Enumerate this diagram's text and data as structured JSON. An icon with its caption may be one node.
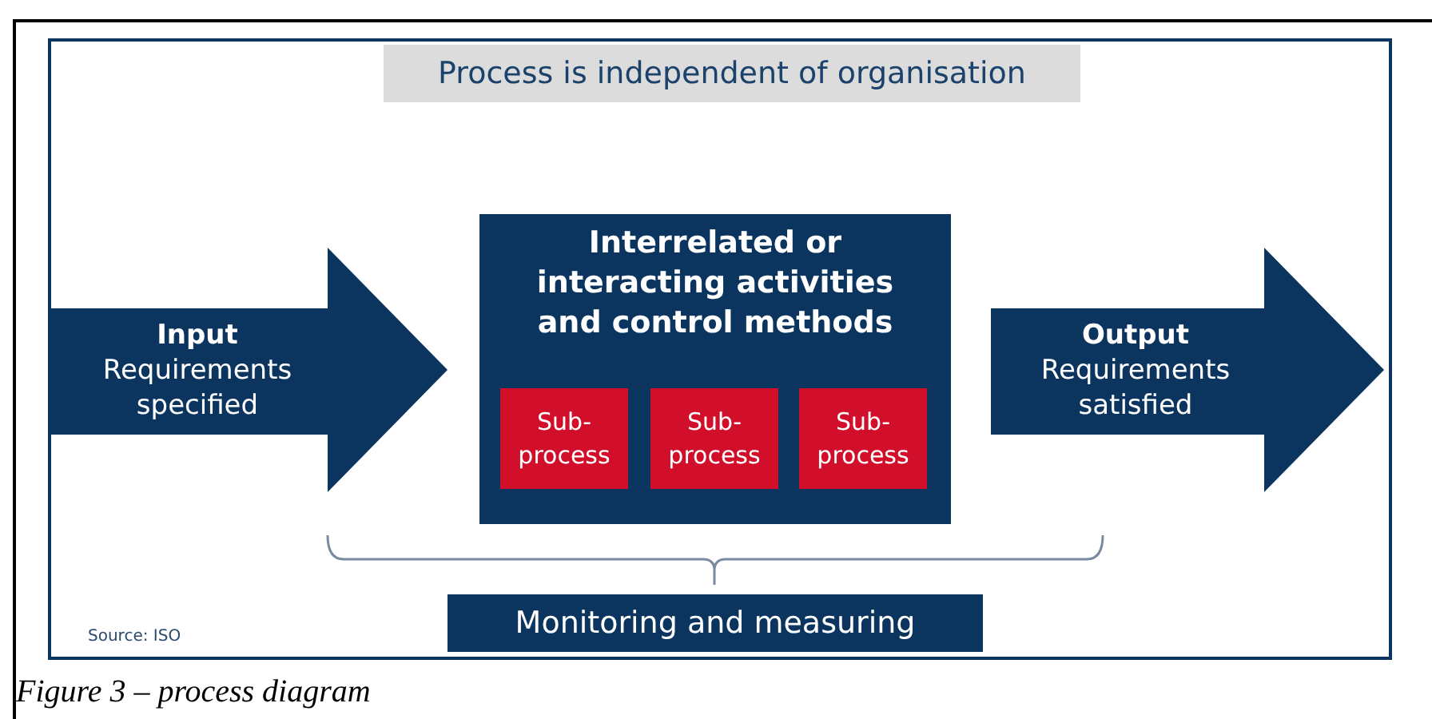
{
  "diagram": {
    "caption": "Figure 3 – process diagram",
    "nodes": [
      {
        "text": [
          "Process is independent of organisation"
        ]
      },
      {
        "text": [
          "Input",
          "Requirements specified"
        ]
      },
      {
        "text": [
          "Interrelated or interacting activities and control methods"
        ]
      },
      {
        "text": [
          "Sub- process"
        ],
        "in": 2
      },
      {
        "text": [
          "Sub- process"
        ],
        "in": 2
      },
      {
        "text": [
          "Sub- process"
        ],
        "in": 2
      },
      {
        "text": [
          "Output",
          "Requirements satisfied"
        ]
      },
      {
        "text": [
          "Monitoring and measuring"
        ]
      }
    ],
    "labels": [
      "Source: ISO"
    ]
  }
}
